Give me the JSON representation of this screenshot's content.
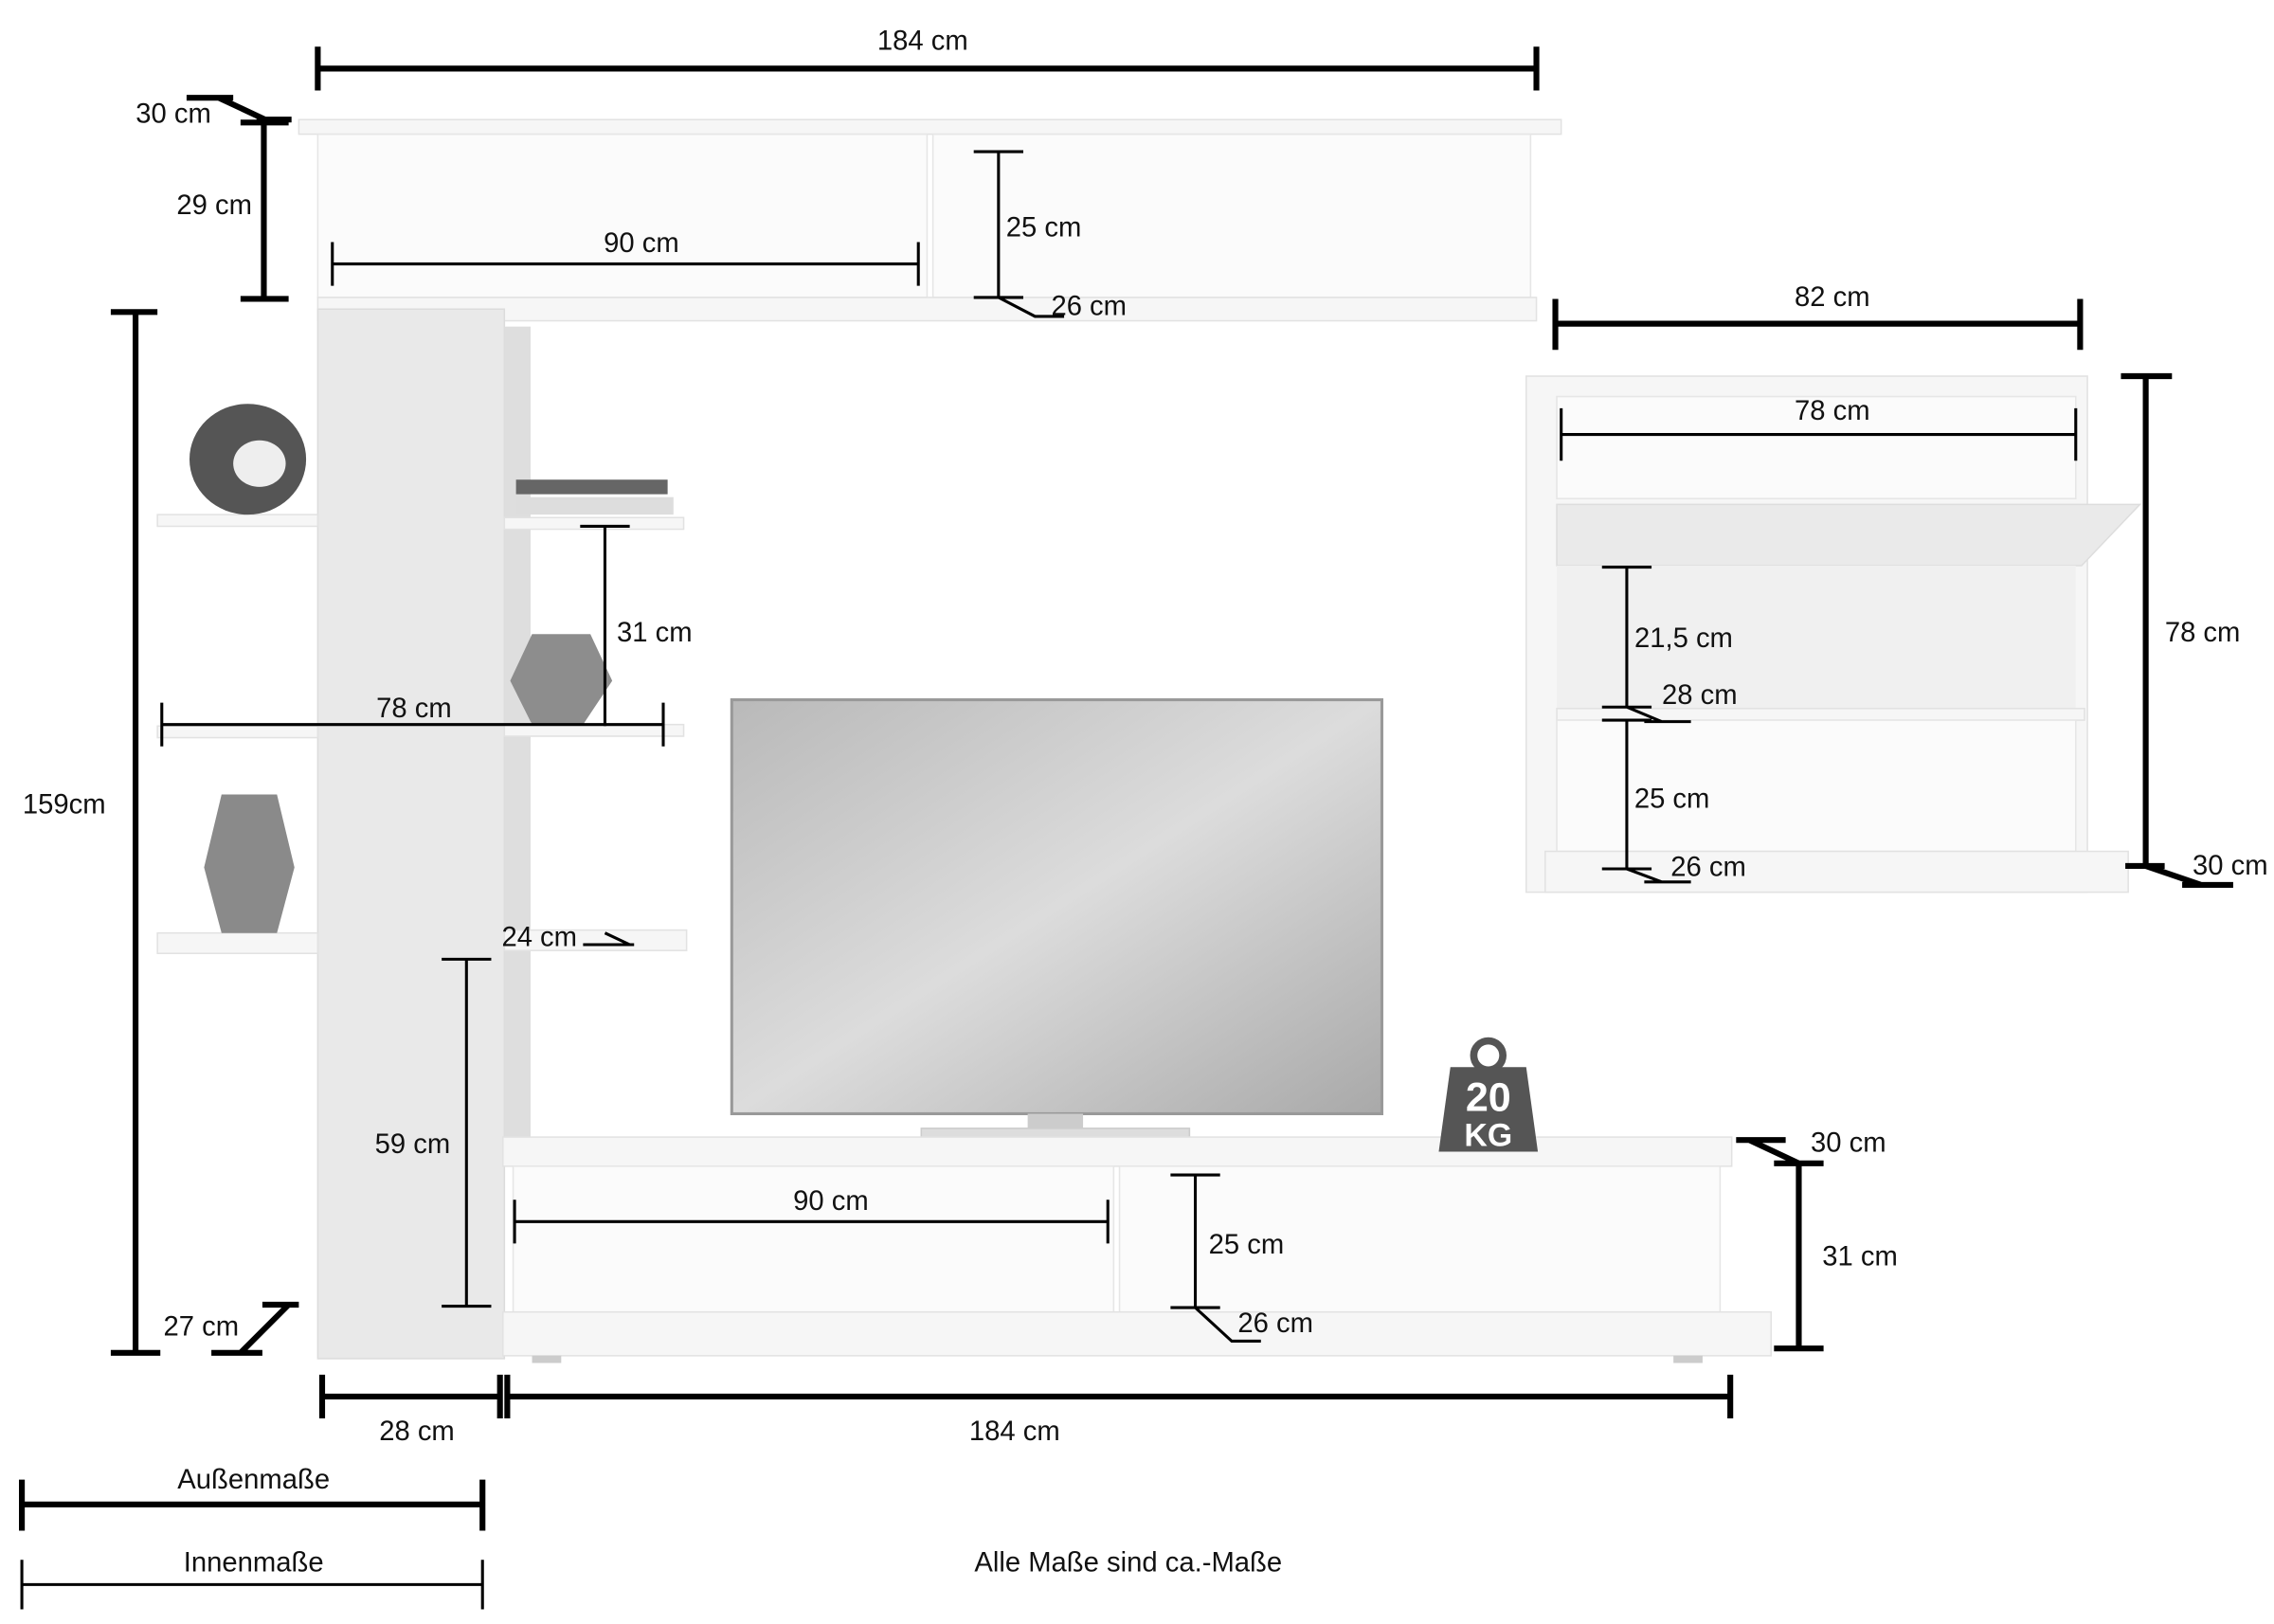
{
  "title": "Wohnwand Maßzeichnung",
  "dimensions": {
    "top_width": "184 cm",
    "top_depth": "30 cm",
    "top_height": "29 cm",
    "top_inner_width": "90 cm",
    "top_inner_height": "25 cm",
    "top_inner_depth": "26 cm",
    "hang_width": "82 cm",
    "hang_inner_width": "78 cm",
    "hang_height": "78 cm",
    "hang_depth": "30 cm",
    "hang_inner_top_height": "21,5 cm",
    "hang_inner_top_depth": "28 cm",
    "hang_inner_bottom_height": "25 cm",
    "hang_inner_bottom_depth": "26 cm",
    "tower_height": "159cm",
    "tower_depth": "27 cm",
    "shelf_spacing": "31 cm",
    "shelf_width": "78 cm",
    "shelf_depth": "24 cm",
    "tower_lower_height": "59 cm",
    "low_inner_width": "90 cm",
    "low_inner_height": "25 cm",
    "low_inner_depth": "26 cm",
    "low_height": "31 cm",
    "low_depth": "30 cm",
    "tower_width": "28 cm",
    "low_width": "184 cm"
  },
  "weight_badge": {
    "value": "20",
    "unit": "KG",
    "color": "#555555"
  },
  "legend": {
    "outer": "Außenmaße",
    "inner": "Innenmaße"
  },
  "note": "Alle Maße sind ca.-Maße"
}
